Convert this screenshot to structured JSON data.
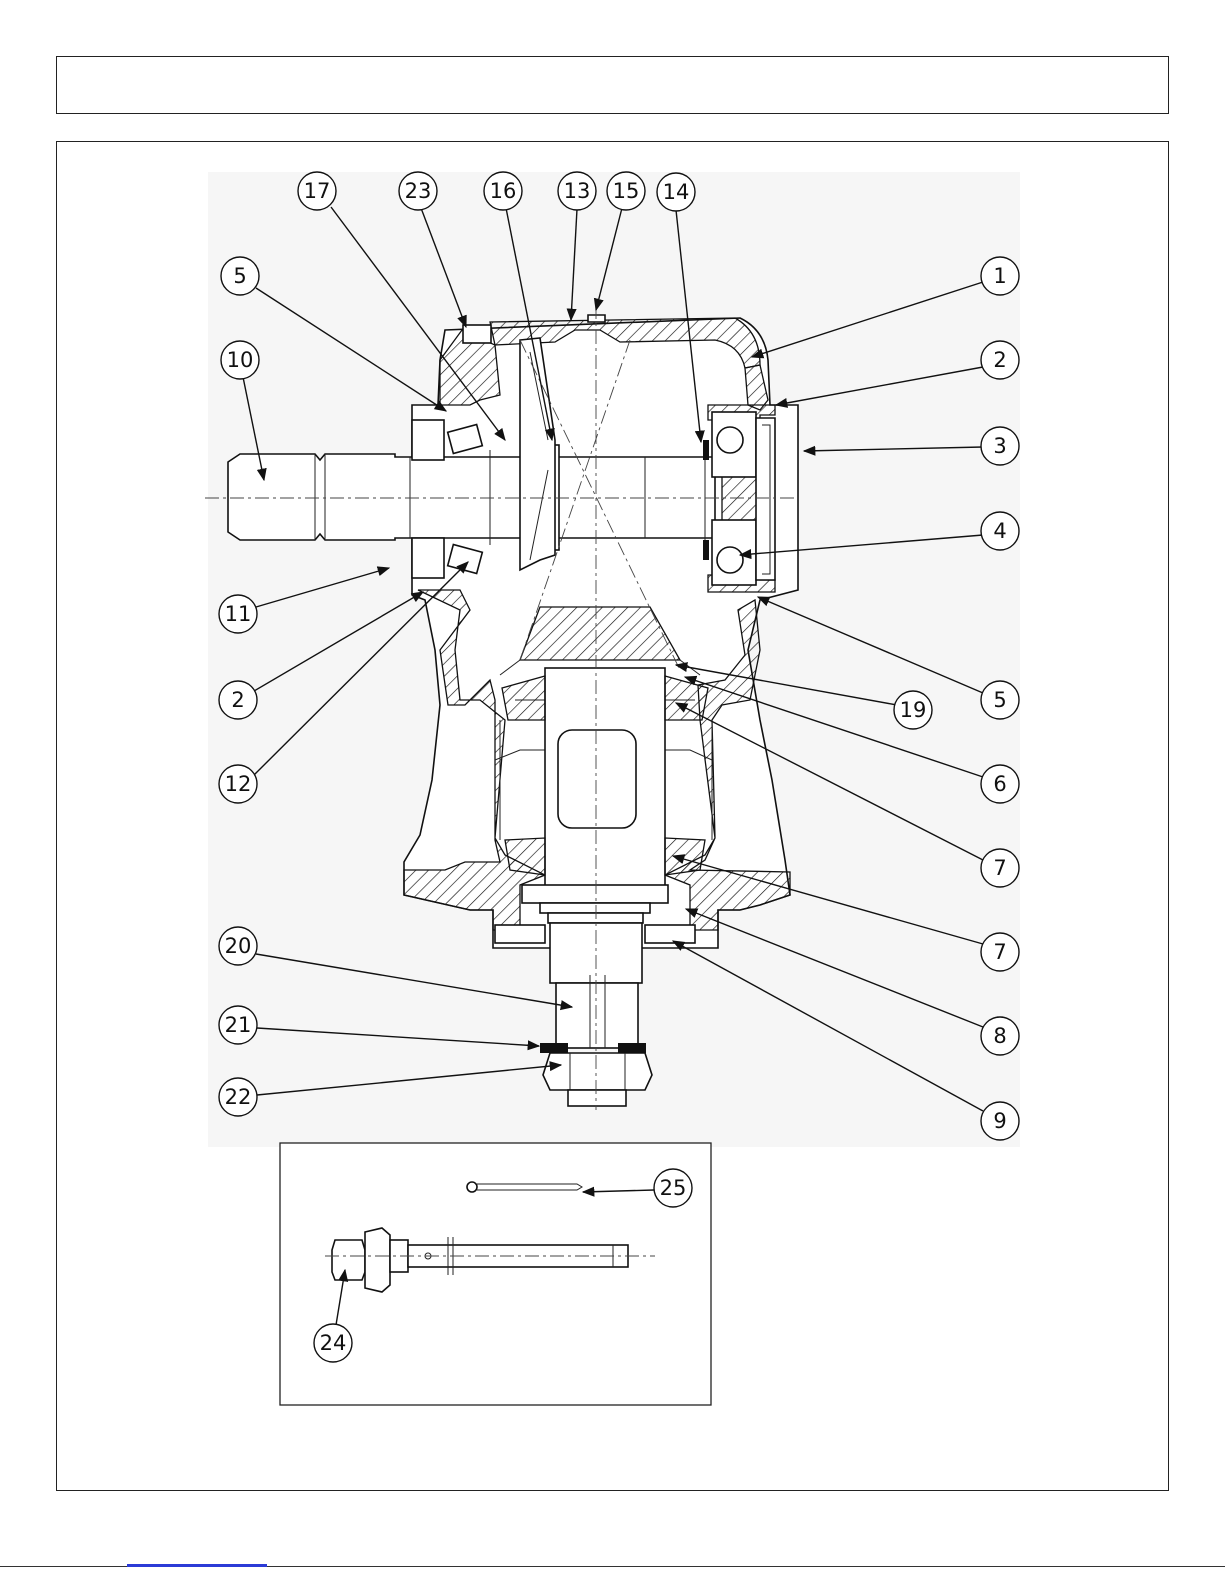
{
  "callouts": [
    {
      "label": "17"
    },
    {
      "label": "23"
    },
    {
      "label": "16"
    },
    {
      "label": "13"
    },
    {
      "label": "15"
    },
    {
      "label": "14"
    },
    {
      "label": "5"
    },
    {
      "label": "1"
    },
    {
      "label": "10"
    },
    {
      "label": "2"
    },
    {
      "label": "3"
    },
    {
      "label": "4"
    },
    {
      "label": "11"
    },
    {
      "label": "2"
    },
    {
      "label": "5"
    },
    {
      "label": "19"
    },
    {
      "label": "12"
    },
    {
      "label": "6"
    },
    {
      "label": "7"
    },
    {
      "label": "7"
    },
    {
      "label": "20"
    },
    {
      "label": "8"
    },
    {
      "label": "21"
    },
    {
      "label": "22"
    },
    {
      "label": "9"
    },
    {
      "label": "25"
    },
    {
      "label": "24"
    }
  ]
}
